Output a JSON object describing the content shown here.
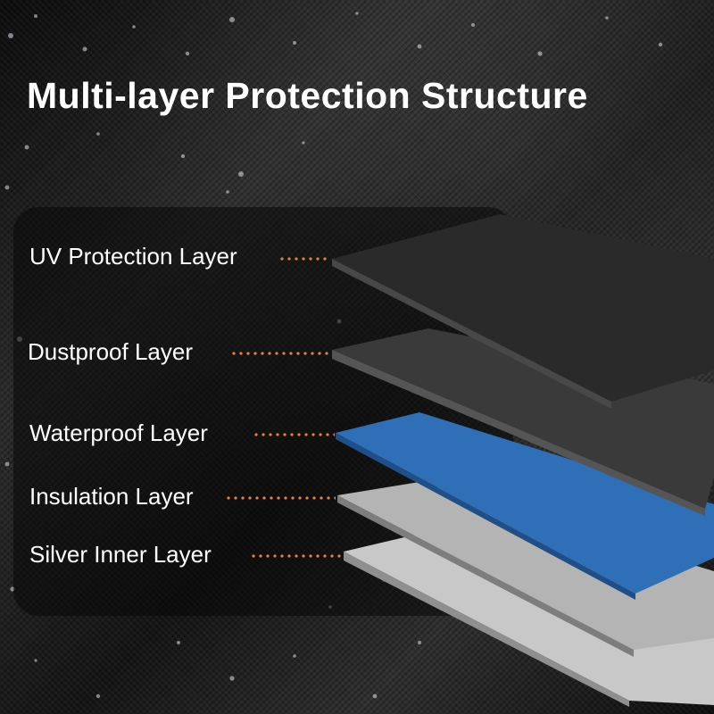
{
  "title": "Multi-layer Protection Structure",
  "layers": [
    {
      "label": "UV Protection Layer",
      "color": "#2a2a2a"
    },
    {
      "label": "Dustproof Layer",
      "color": "#3a3a3a"
    },
    {
      "label": "Waterproof Layer",
      "color": "#2f6fb8"
    },
    {
      "label": "Insulation Layer",
      "color": "#b4b4b4"
    },
    {
      "label": "Silver Inner Layer",
      "color": "#c8c8c8"
    }
  ],
  "leader_color": "#e8823a"
}
